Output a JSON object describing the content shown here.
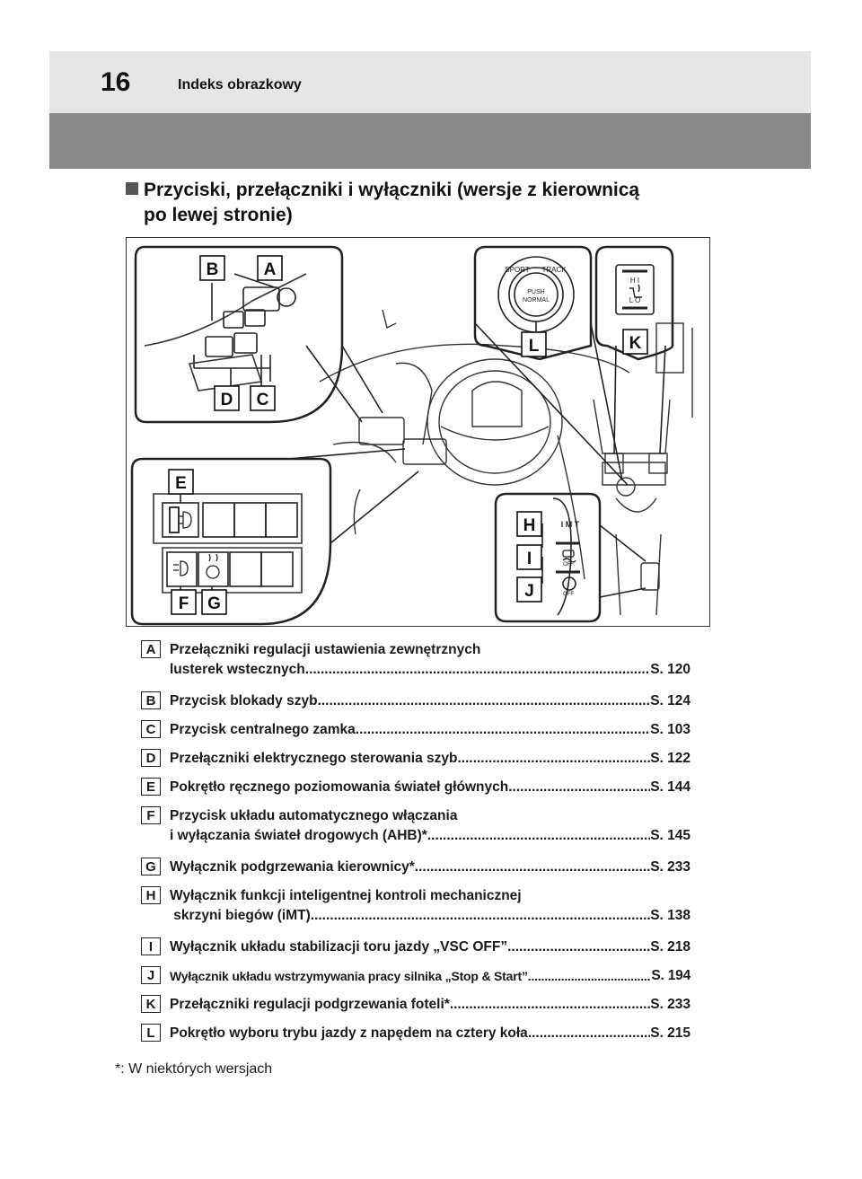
{
  "header": {
    "page_number": "16",
    "title": "Indeks obrazkowy"
  },
  "section": {
    "title_line1": "Przyciski, przełączniki i wyłączniki (wersje z kierownicą",
    "title_line2": "po lewej stronie)"
  },
  "figure": {
    "callouts": [
      "A",
      "B",
      "C",
      "D",
      "E",
      "F",
      "G",
      "H",
      "I",
      "J",
      "K",
      "L"
    ],
    "knob_text": {
      "top_left": "SPORT",
      "top_right": "TRACK",
      "center_1": "PUSH",
      "center_2": "NORMAL"
    },
    "seat_switch_text": {
      "hi": "H I",
      "lo": "L O"
    },
    "switch_text": {
      "imt": "I M T",
      "off_1": "OFF",
      "off_2": "OFF"
    }
  },
  "legend": [
    {
      "letter": "A",
      "line1": "Przełączniki regulacji ustawienia zewnętrznych",
      "label": "lusterek wstecznych",
      "page": "S. 120"
    },
    {
      "letter": "B",
      "label": "Przycisk blokady szyb",
      "page": "S. 124"
    },
    {
      "letter": "C",
      "label": "Przycisk centralnego zamka",
      "page": "S. 103"
    },
    {
      "letter": "D",
      "label": "Przełączniki elektrycznego sterowania szyb",
      "page": "S. 122"
    },
    {
      "letter": "E",
      "label": "Pokrętło ręcznego poziomowania świateł głównych",
      "page": "S. 144"
    },
    {
      "letter": "F",
      "line1": "Przycisk układu automatycznego włączania",
      "label": "i wyłączania świateł drogowych (AHB)*",
      "page": "S. 145"
    },
    {
      "letter": "G",
      "label": "Wyłącznik podgrzewania kierownicy*",
      "page": "S. 233"
    },
    {
      "letter": "H",
      "line1": "Wyłącznik funkcji inteligentnej kontroli mechanicznej",
      "label": " skrzyni biegów (iMT)",
      "page": "S. 138"
    },
    {
      "letter": "I",
      "label": "Wyłącznik układu stabilizacji toru jazdy „VSC OFF”",
      "page": "S. 218"
    },
    {
      "letter": "J",
      "label": "Wyłącznik układu wstrzymywania pracy silnika „Stop & Start”",
      "page": "S. 194"
    },
    {
      "letter": "K",
      "label": "Przełączniki regulacji podgrzewania foteli*",
      "page": "S. 233"
    },
    {
      "letter": "L",
      "label": "Pokrętło wyboru trybu jazdy z napędem na cztery koła",
      "page": "S. 215"
    }
  ],
  "footnote": "*: W niektórych wersjach"
}
